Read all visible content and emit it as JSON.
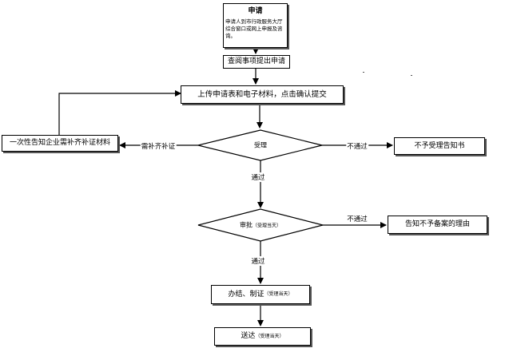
{
  "nodes": {
    "apply_title": "申请",
    "apply_text": "申请人到市行政服务大厅综合窗口或网上申报及咨询。",
    "review_request": "查阅事项提出申请",
    "upload": "上传申请表和电子材料，点击确认提交",
    "supplement": "一次性告知企业需补齐补证材料",
    "accept": "受理",
    "reject_notice": "不予受理告知书",
    "approve": "审批",
    "approve_note": "（受理当天）",
    "no_filing_reason": "告知不予备案的理由",
    "issue_cert": "办结、制证",
    "issue_cert_note": "（受理当天）",
    "deliver": "送达",
    "deliver_note": "（受理当天）"
  },
  "edges": {
    "need_supplement": "需补齐补证",
    "not_pass_1": "不通过",
    "pass_1": "通过",
    "not_pass_2": "不通过",
    "pass_2": "通过"
  },
  "colors": {
    "line": "#000000",
    "shadow": "#555555",
    "background": "#ffffff"
  }
}
